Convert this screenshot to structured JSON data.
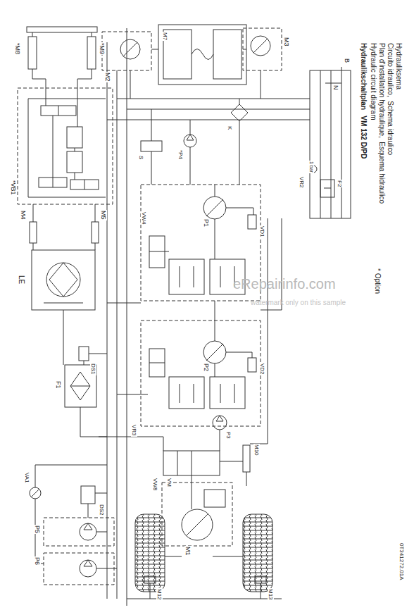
{
  "diagram": {
    "title": "Hydraulikschaltplan   VM 132 D/PD",
    "labels": [
      "*M8",
      "*M9",
      "*VB1",
      "M4",
      "M5",
      "LE",
      "DS1",
      "F1",
      "VA1",
      "DS2",
      "P5",
      "P6",
      "M2",
      "M7",
      "M3",
      "*P4",
      "K",
      "S",
      "P1",
      "VD1",
      "VW4",
      "P2",
      "VD2",
      "P3",
      "VR3",
      "VW8",
      "VM",
      "M10",
      "M1",
      "M12",
      "M13",
      "VR2",
      "F2",
      "B",
      "N",
      "0T341272.01A",
      "eRepairinfo.com",
      "watermark only on this sample",
      "Hydraulic circuit diagram",
      "Plan d'installation hydraulique,  Esquema hidraulico",
      "Circuito idraulico,  Schema idraulico",
      "Hydrauliksema",
      "* Option",
      "1 bar"
    ]
  }
}
